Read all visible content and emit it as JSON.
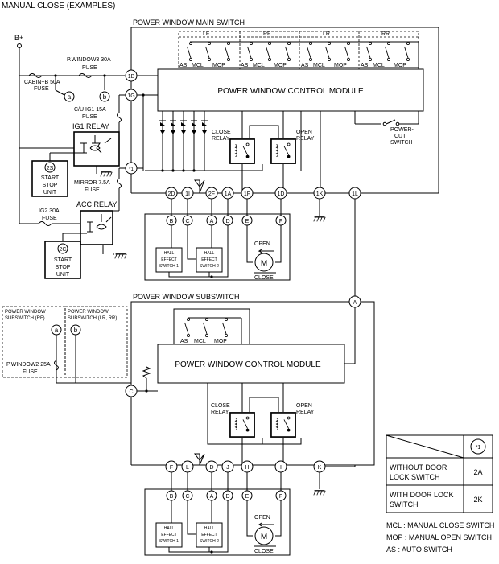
{
  "title": "MANUAL CLOSE (EXAMPLES)",
  "battery": "B+",
  "fuses": {
    "cabin_b": "CABIN+B 50A",
    "cabin_b_2": "FUSE",
    "pwindow3": "P.WINDOW3 30A",
    "pwindow3_2": "FUSE",
    "cu_ig1": "C/U IG1 15A",
    "cu_ig1_2": "FUSE",
    "mirror": "MIRROR 7.5A",
    "mirror_2": "FUSE",
    "ig2": "IG2 30A",
    "ig2_2": "FUSE",
    "pwindow2": "P.WINDOW2 25A",
    "pwindow2_2": "FUSE"
  },
  "relays": {
    "ig1": "IG1 RELAY",
    "acc": "ACC RELAY",
    "close": "CLOSE",
    "open": "OPEN",
    "relay": "RELAY"
  },
  "start_stop_units": [
    {
      "id": "2S",
      "line1": "START",
      "line2": "STOP",
      "line3": "UNIT"
    },
    {
      "id": "2C",
      "line1": "START",
      "line2": "STOP",
      "line3": "UNIT"
    }
  ],
  "main_switch": {
    "title": "POWER WINDOW MAIN SWITCH",
    "module": "POWER WINDOW CONTROL MODULE",
    "groups": [
      "LF",
      "RF",
      "LR",
      "RR"
    ],
    "switch_labels": [
      "AS",
      "MCL",
      "MOP"
    ],
    "power_cut": [
      "POWER-",
      "CUT",
      "SWITCH"
    ],
    "connectors_left": [
      "1B",
      "1G"
    ],
    "star_connector": "*1",
    "connectors_bottom": [
      "2D",
      "1I",
      "2F",
      "1A",
      "1F",
      "1D",
      "1K",
      "1L"
    ]
  },
  "subswitch": {
    "title": "POWER WINDOW SUBSWITCH",
    "module": "POWER WINDOW CONTROL MODULE",
    "connectors_bottom": [
      "F",
      "L",
      "D",
      "J",
      "H",
      "I",
      "K"
    ],
    "connector_a": "A",
    "connector_c": "C"
  },
  "motor_unit": {
    "pins": [
      "B",
      "C",
      "A",
      "D",
      "E",
      "F"
    ],
    "hall1": [
      "HALL",
      "EFFECT",
      "SWITCH 1"
    ],
    "hall2": [
      "HALL",
      "EFFECT",
      "SWITCH 2"
    ],
    "open": "OPEN",
    "close": "CLOSE",
    "motor": "M"
  },
  "other_subswitches": {
    "rf": [
      "POWER WINDOW",
      "SUBSWITCH (RF)"
    ],
    "lr_rr": [
      "POWER WINDOW",
      "SUBSWITCH (LR, RR)"
    ],
    "conn_a": "a",
    "conn_b": "b"
  },
  "table": {
    "header": "*1",
    "rows": [
      {
        "label1": "WITHOUT DOOR",
        "label2": "LOCK SWITCH",
        "value": "2A"
      },
      {
        "label1": "WITH DOOR LOCK",
        "label2": "SWITCH",
        "value": "2K"
      }
    ]
  },
  "legend": [
    "MCL : MANUAL CLOSE SWITCH",
    "MOP : MANUAL OPEN SWITCH",
    "AS : AUTO SWITCH"
  ]
}
